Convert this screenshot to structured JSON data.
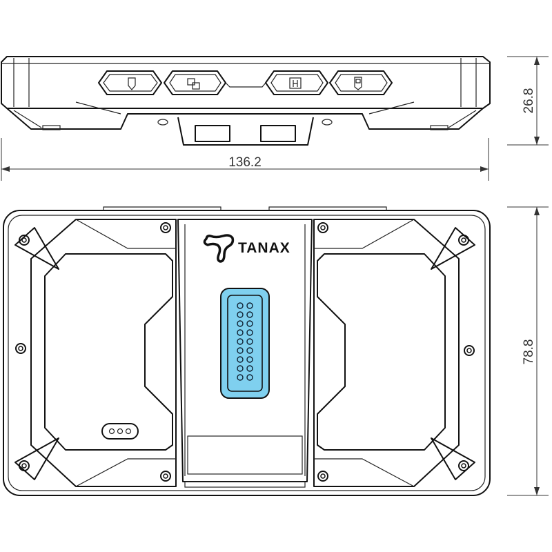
{
  "brand": "TANAX",
  "dimensions": {
    "width": "136.2",
    "height_top_view": "26.8",
    "height_front_view": "78.8"
  },
  "connector": {
    "pin_columns": 2,
    "pin_rows": 9,
    "color": "#7fd0ef"
  },
  "colors": {
    "line": "#111111",
    "connector": "#7fd0ef"
  }
}
